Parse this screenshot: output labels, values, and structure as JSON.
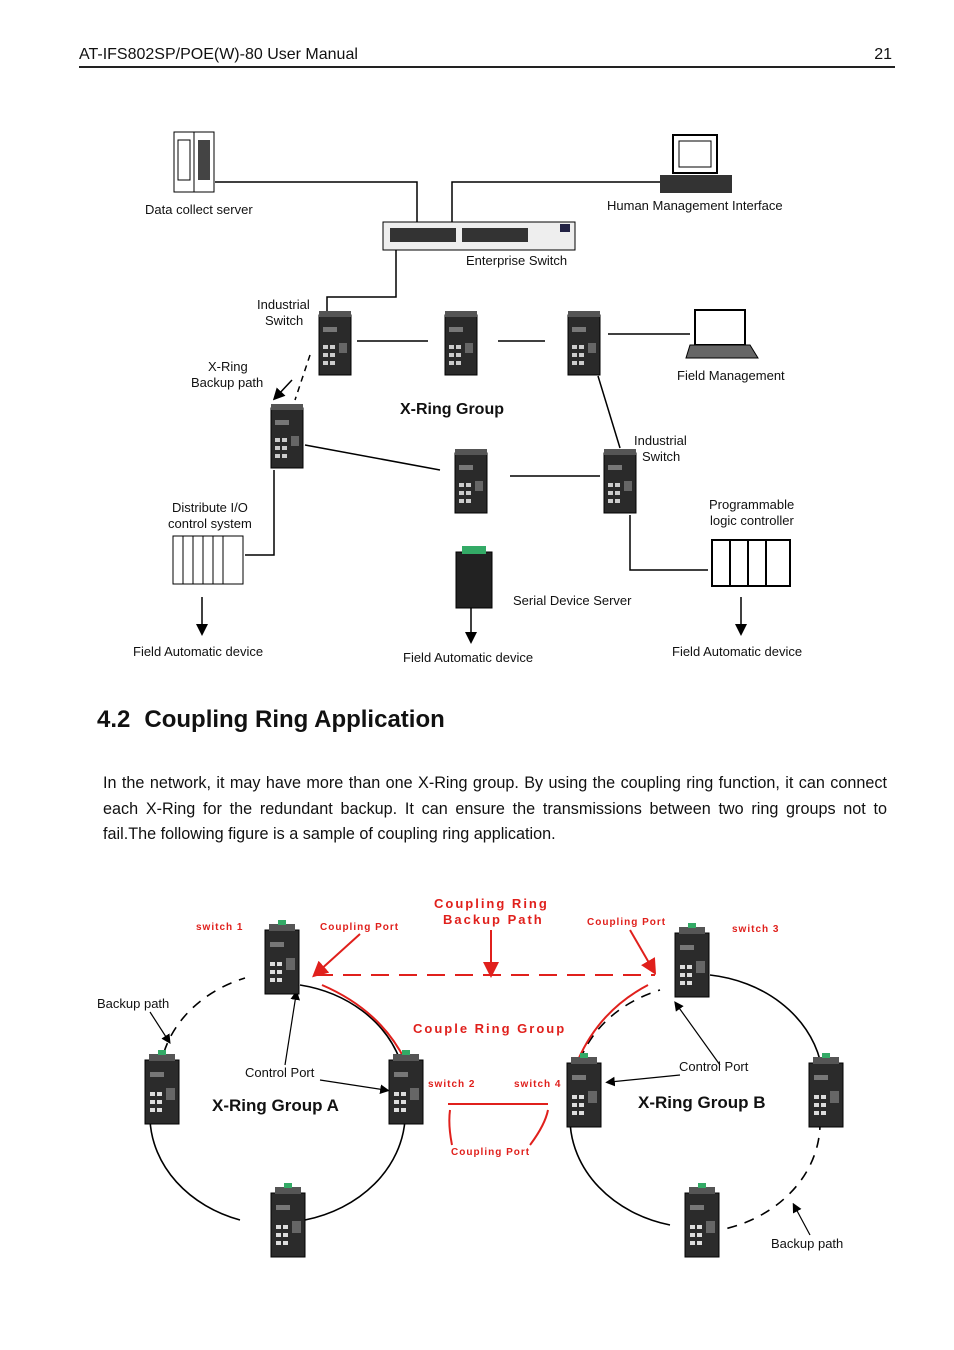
{
  "header": {
    "title": "AT-IFS802SP/POE(W)-80 User Manual",
    "page": "21"
  },
  "figure1": {
    "data_server": "Data collect server",
    "hmi": "Human Management Interface",
    "enterprise_switch": "Enterprise Switch",
    "industrial_switch_line1": "Industrial",
    "industrial_switch_line2": "Switch",
    "xring_backup_line1": "X-Ring",
    "xring_backup_line2": "Backup path",
    "xring_group": "X-Ring Group",
    "field_management": "Field Management",
    "industrial_switch2_line1": "Industrial",
    "industrial_switch2_line2": "Switch",
    "distribute_line1": "Distribute I/O",
    "distribute_line2": "control system",
    "plc_line1": "Programmable",
    "plc_line2": "logic controller",
    "serial_server": "Serial Device Server",
    "field_device_left": "Field Automatic device",
    "field_device_mid": "Field Automatic device",
    "field_device_right": "Field Automatic device"
  },
  "section": {
    "number": "4.2",
    "title": "Coupling Ring Application"
  },
  "paragraph": "In the network, it may have more than one X-Ring group. By using the coupling ring function, it can connect each X-Ring for the redundant backup. It can ensure the transmissions between two ring groups not to fail.The following figure is a sample of coupling ring application.",
  "figure2": {
    "coupling_backup_line1": "Coupling Ring",
    "coupling_backup_line2": "Backup Path",
    "switch1": "switch 1",
    "coupling_port_1": "Coupling Port",
    "coupling_port_3": "Coupling Port",
    "switch3": "switch 3",
    "backup_path_left": "Backup path",
    "couple_ring_group": "Couple Ring Group",
    "control_port_a": "Control Port",
    "control_port_b": "Control Port",
    "switch2": "switch 2",
    "switch4": "switch 4",
    "group_a": "X-Ring Group A",
    "group_b": "X-Ring Group B",
    "coupling_port_bottom": "Coupling Port",
    "backup_path_right": "Backup path"
  },
  "colors": {
    "accent_red": "#e0201c",
    "text": "#111111"
  }
}
